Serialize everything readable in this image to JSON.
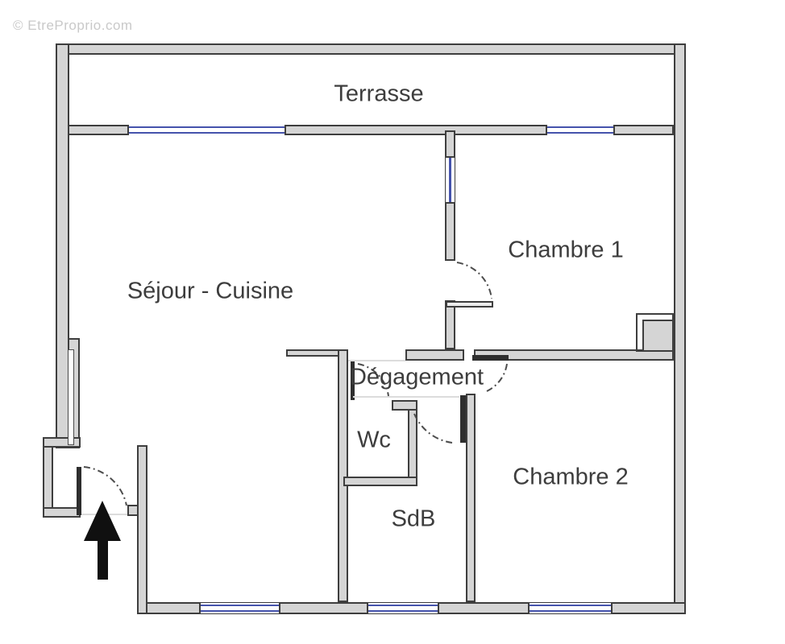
{
  "watermark": "© EtreProprio.com",
  "rooms": {
    "terrasse": "Terrasse",
    "sejour": "Séjour - Cuisine",
    "chambre1": "Chambre 1",
    "chambre2": "Chambre 2",
    "degagement": "Dégagement",
    "wc": "Wc",
    "sdb": "SdB"
  },
  "colors": {
    "wall_fill": "#d5d5d5",
    "wall_outline": "#3e3e3e",
    "window_blue": "#4553ac",
    "door_leaf": "#2e2e2e",
    "label_text": "#3d3d3d",
    "watermark_text": "#c9c9c9",
    "entrance_arrow": "#101010"
  }
}
